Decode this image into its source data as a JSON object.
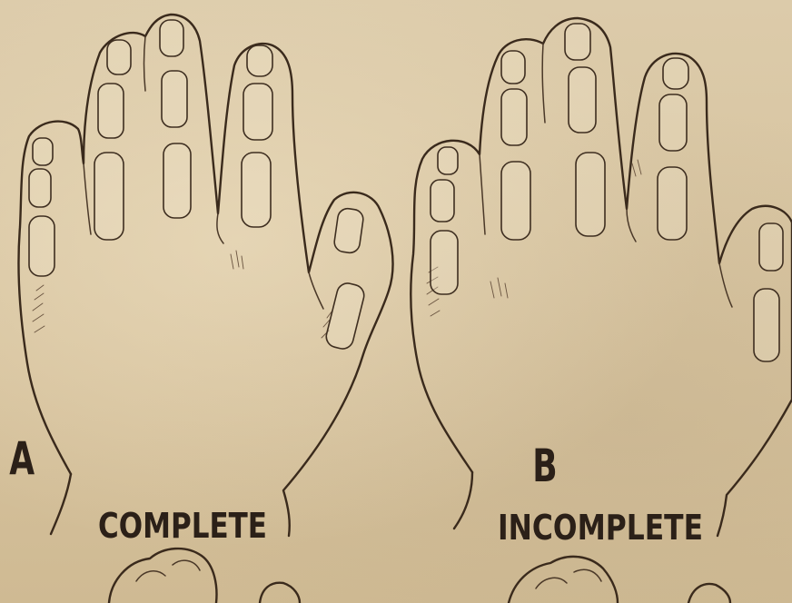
{
  "figure": {
    "panel_a": {
      "letter": "A",
      "caption": "COMPLETE"
    },
    "panel_b": {
      "letter": "B",
      "caption": "INCOMPLETE"
    }
  },
  "colors": {
    "paper": "#d9c7a4",
    "ink": "#3a2a1c"
  }
}
